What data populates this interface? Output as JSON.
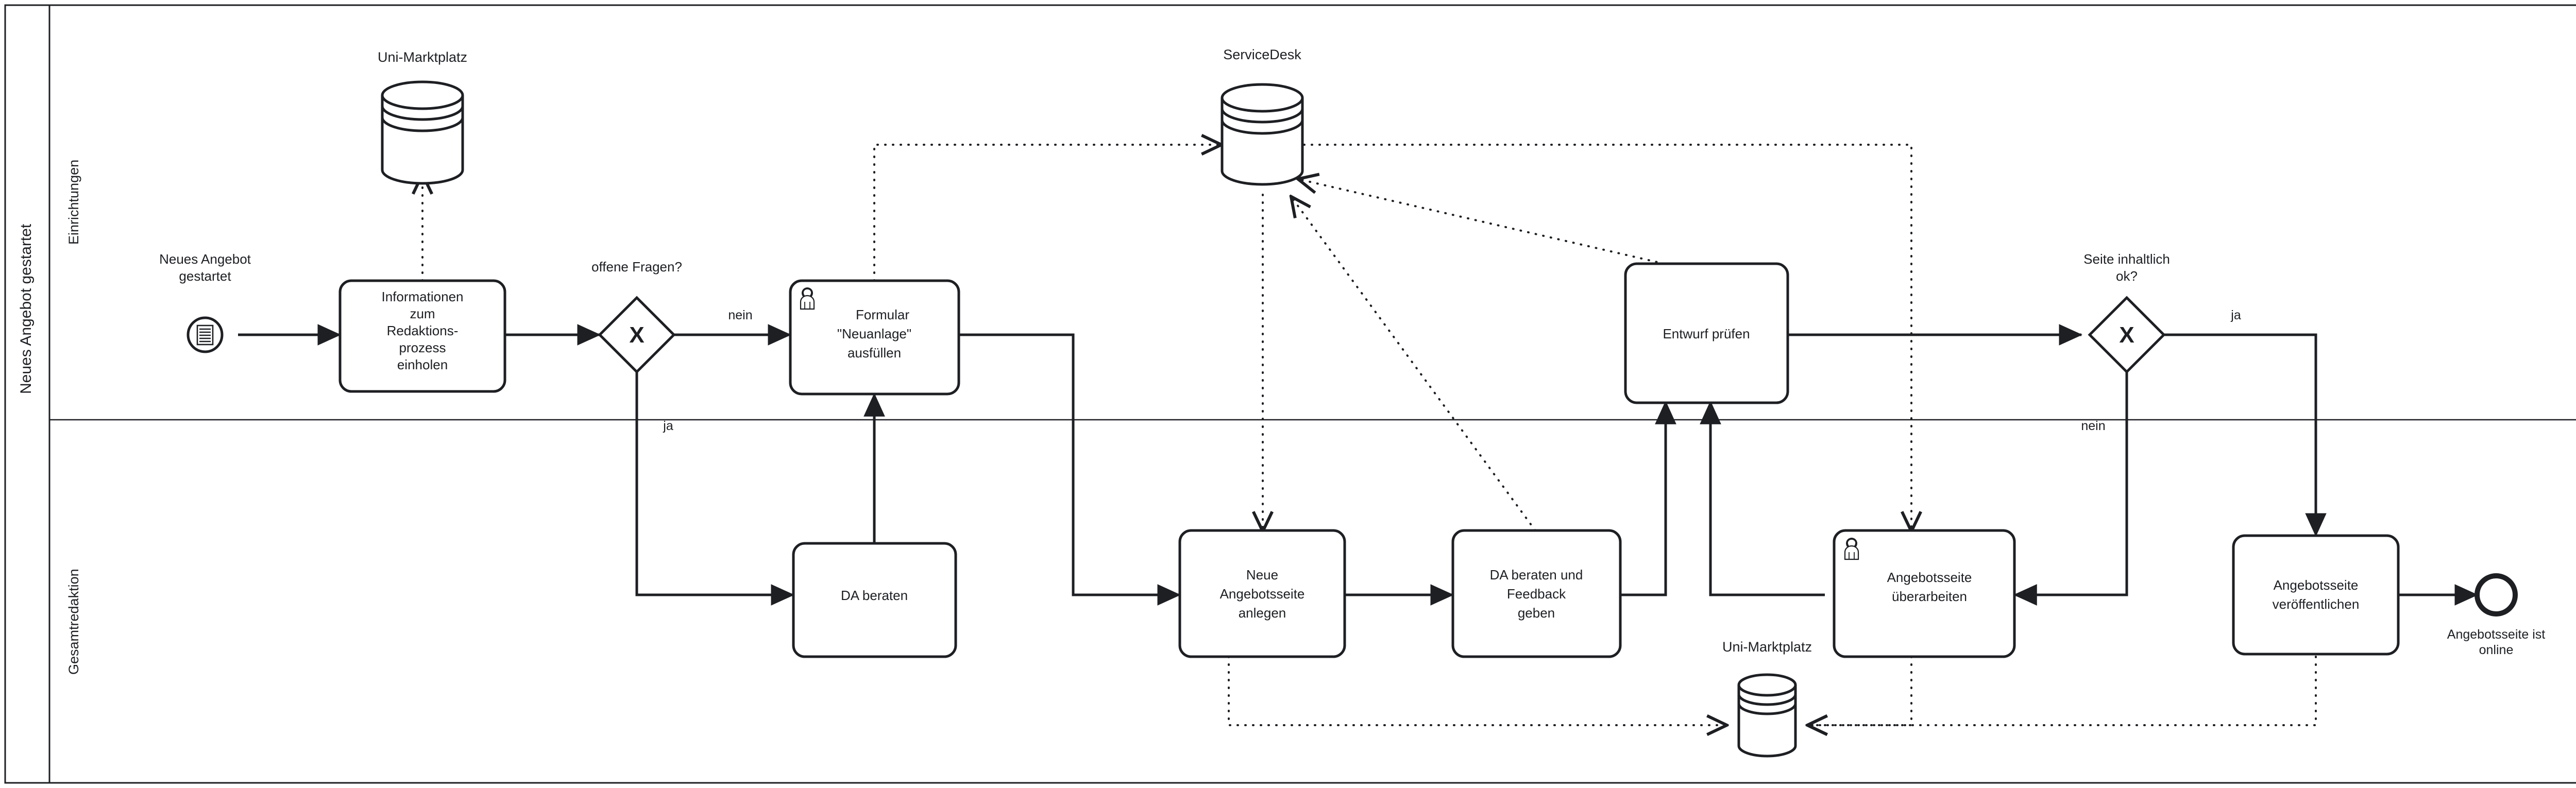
{
  "diagram": {
    "type": "bpmn-process-diagram",
    "pool_label": "Neues Angebot gestartet",
    "lanes": [
      {
        "id": "lane-einrichtungen",
        "label": "Einrichtungen"
      },
      {
        "id": "lane-gesamtredaktion",
        "label": "Gesamtredaktion"
      }
    ],
    "colors": {
      "stroke": "#1d1f23",
      "fill": "#ffffff",
      "text": "#1d1f23",
      "lane_divider": "#1d1f23"
    },
    "events": [
      {
        "id": "start-event",
        "kind": "start-message-event",
        "label": "Neues Angebot\ngestartet",
        "label_line1": "Neues Angebot",
        "label_line2": "gestartet",
        "lane": "lane-einrichtungen",
        "icon": "document-icon"
      },
      {
        "id": "end-event",
        "kind": "end-event",
        "label": "Angebotsseite ist\nonline",
        "label_line1": "Angebotsseite ist",
        "label_line2": "online",
        "lane": "lane-gesamtredaktion",
        "icon": "none"
      }
    ],
    "tasks": [
      {
        "id": "task-informationen-einholen",
        "label_lines": [
          "Informationen",
          "zum",
          "Redaktions-",
          "prozess",
          "einholen"
        ],
        "marker": "none",
        "lane": "lane-einrichtungen"
      },
      {
        "id": "task-formular-ausfuellen",
        "label_lines": [
          "Formular",
          "\"Neuanlage\"",
          "ausfüllen"
        ],
        "marker": "user-task-icon",
        "lane": "lane-einrichtungen"
      },
      {
        "id": "task-entwurf-pruefen",
        "label_lines": [
          "Entwurf prüfen"
        ],
        "marker": "none",
        "lane": "lane-einrichtungen"
      },
      {
        "id": "task-da-beraten",
        "label_lines": [
          "DA beraten"
        ],
        "marker": "none",
        "lane": "lane-gesamtredaktion"
      },
      {
        "id": "task-neue-angebotsseite-anlegen",
        "label_lines": [
          "Neue",
          "Angebotsseite",
          "anlegen"
        ],
        "marker": "none",
        "lane": "lane-gesamtredaktion"
      },
      {
        "id": "task-da-beraten-feedback",
        "label_lines": [
          "DA beraten und",
          "Feedback",
          "geben"
        ],
        "marker": "none",
        "lane": "lane-gesamtredaktion"
      },
      {
        "id": "task-angebotsseite-ueberarbeiten",
        "label_lines": [
          "Angebotsseite",
          "überarbeiten"
        ],
        "marker": "user-task-icon",
        "lane": "lane-gesamtredaktion"
      },
      {
        "id": "task-angebotsseite-veroeffentlichen",
        "label_lines": [
          "Angebotsseite",
          "veröffentlichen"
        ],
        "marker": "none",
        "lane": "lane-gesamtredaktion"
      }
    ],
    "gateways": [
      {
        "id": "gateway-offene-fragen",
        "kind": "exclusive",
        "symbol": "X",
        "label": "offene Fragen?",
        "lane": "lane-einrichtungen"
      },
      {
        "id": "gateway-seite-inhaltlich-ok",
        "kind": "exclusive",
        "symbol": "X",
        "label_line1": "Seite inhaltlich",
        "label_line2": "ok?",
        "label": "Seite inhaltlich ok?",
        "lane": "lane-einrichtungen"
      }
    ],
    "data_stores": [
      {
        "id": "datastore-uni-marktplatz-top",
        "label": "Uni-Marktplatz"
      },
      {
        "id": "datastore-servicedesk",
        "label": "ServiceDesk"
      },
      {
        "id": "datastore-uni-marktplatz-bottom",
        "label": "Uni-Marktplatz"
      }
    ],
    "flow_labels": [
      {
        "id": "flow-label-nein-1",
        "text": "nein"
      },
      {
        "id": "flow-label-ja-1",
        "text": "ja"
      },
      {
        "id": "flow-label-ja-2",
        "text": "ja"
      },
      {
        "id": "flow-label-nein-2",
        "text": "nein"
      }
    ]
  }
}
